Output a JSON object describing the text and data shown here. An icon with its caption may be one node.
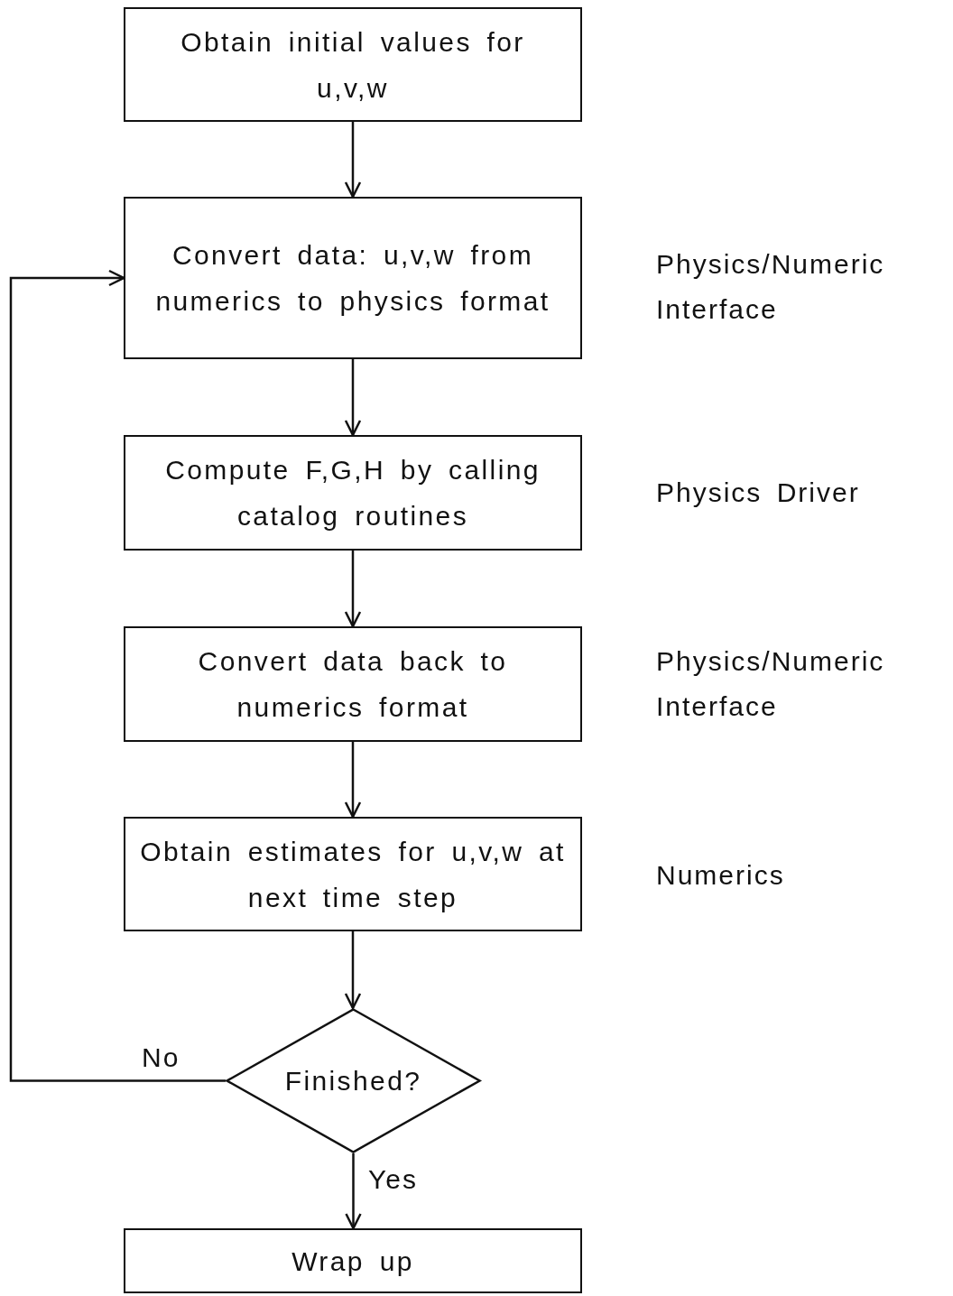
{
  "diagram": {
    "nodes": [
      {
        "text": [
          "Obtain initial values for u,v,w"
        ]
      },
      {
        "text": [
          "Convert data: u,v,w from numerics to physics format"
        ],
        "beside": [
          "Physics/Numeric Interface"
        ]
      },
      {
        "text": [
          "Compute F,G,H by calling catalog routines"
        ],
        "beside": [
          "Physics Driver"
        ]
      },
      {
        "text": [
          "Convert data back to numerics format"
        ],
        "beside": [
          "Physics/Numeric Interface"
        ]
      },
      {
        "text": [
          "Obtain estimates for u,v,w at next time step"
        ],
        "beside": [
          "Numerics"
        ]
      },
      {
        "text": [
          "Finished?"
        ]
      },
      {
        "text": [
          "Wrap up"
        ]
      }
    ],
    "edges": [
      {
        "from": 0,
        "to": 1,
        "arrow": "to"
      },
      {
        "from": 1,
        "to": 2,
        "arrow": "to"
      },
      {
        "from": 2,
        "to": 3,
        "arrow": "to"
      },
      {
        "from": 3,
        "to": 4,
        "arrow": "to"
      },
      {
        "from": 4,
        "to": 5,
        "arrow": "to"
      },
      {
        "from": 5,
        "to": 6,
        "arrow": "to",
        "label": "Yes"
      },
      {
        "from": 5,
        "to": 1,
        "arrow": "to",
        "label": "No"
      }
    ]
  }
}
